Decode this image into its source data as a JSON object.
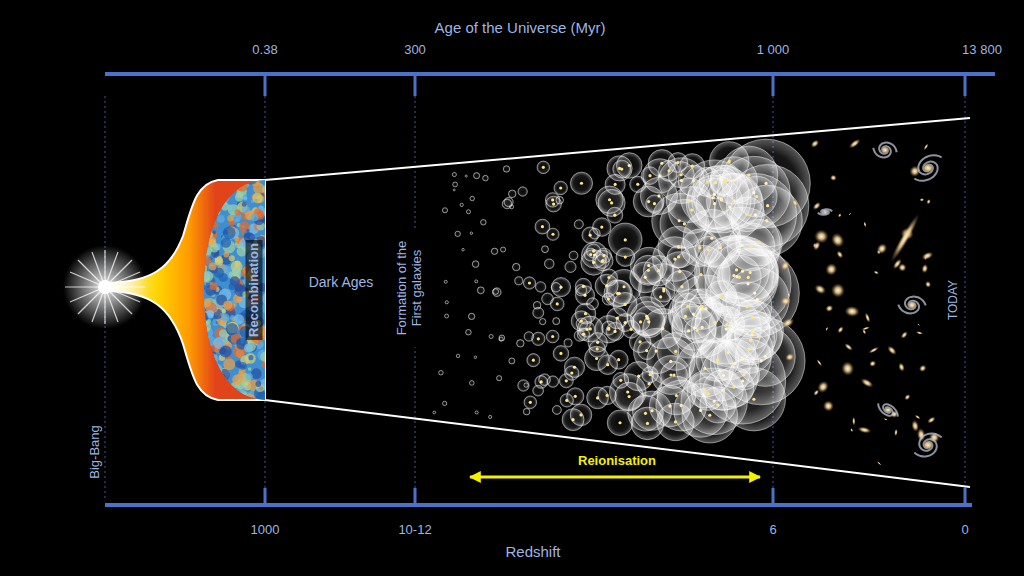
{
  "diagram": {
    "labels": [
      "Age of the Universe (Myr)",
      "0.38",
      "300",
      "1 000",
      "13 800",
      "Big-Bang",
      "Recombination",
      "Dark Ages",
      "Formation of the First galaxies",
      "Reionisation",
      "TODAY",
      "1000",
      "10-12",
      "6",
      "0",
      "Redshift"
    ]
  }
}
